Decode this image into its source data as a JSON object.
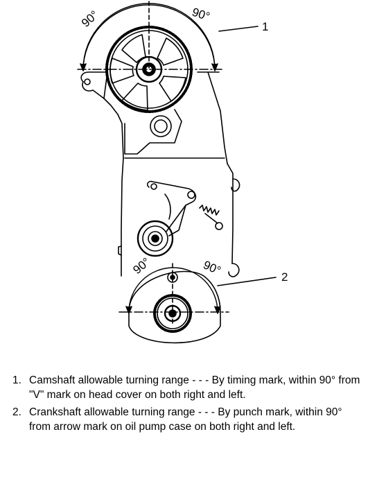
{
  "diagram": {
    "cam_angle_left": "90°",
    "cam_angle_right": "90°",
    "crank_angle_left": "90°",
    "crank_angle_right": "90°",
    "callout_1": "1",
    "callout_2": "2"
  },
  "notes": [
    {
      "number": "1.",
      "text": "Camshaft allowable turning range - - - By timing mark, within 90° from \"V\" mark on head cover on both right and left."
    },
    {
      "number": "2.",
      "text": "Crankshaft allowable turning range - - - By punch mark, within 90° from arrow mark on oil pump case on both right and left."
    }
  ],
  "colors": {
    "ink": "#000000",
    "background": "#ffffff"
  }
}
